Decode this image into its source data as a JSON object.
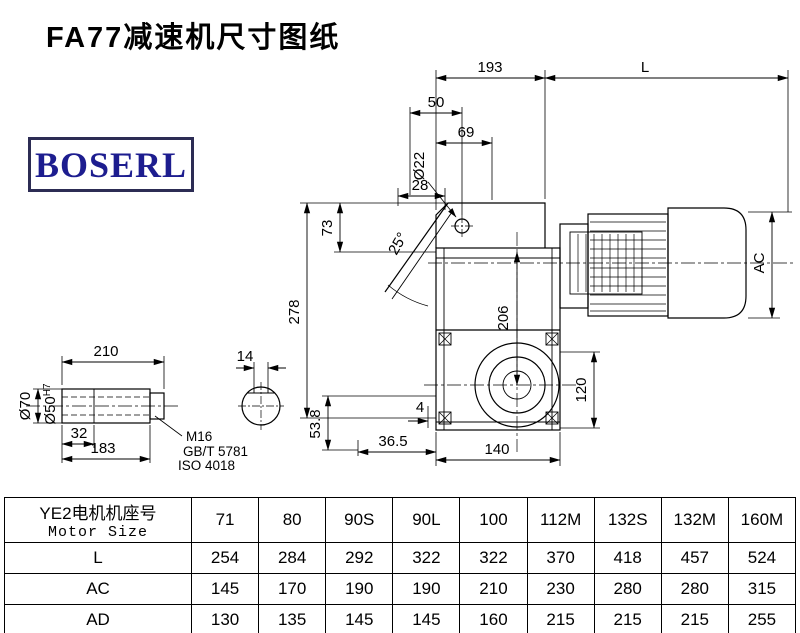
{
  "page": {
    "title": "FA77减速机尺寸图纸"
  },
  "logo": {
    "text": "BOSERL"
  },
  "drawing": {
    "main_view": {
      "d193": "193",
      "dL": "L",
      "d50": "50",
      "d69": "69",
      "d22": "Ø22",
      "d28": "28",
      "d73": "73",
      "d25": "25°",
      "d278": "278",
      "d206": "206",
      "dAC": "AC",
      "d120": "120",
      "d140": "140",
      "d36_5": "36.5",
      "d4": "4",
      "d53_8": "53.8"
    },
    "shaft_detail": {
      "d210": "210",
      "d70": "Ø70",
      "d50": "Ø50",
      "d50_tol": "H7",
      "d32": "32",
      "d183": "183",
      "thread": "M16",
      "standard1": "GB/T 5781",
      "standard2": "ISO 4018"
    },
    "section_detail": {
      "d14": "14"
    }
  },
  "table": {
    "header_col_line1": "YE2电机机座号",
    "header_col_line2": "Motor Size",
    "frame_sizes": [
      "71",
      "80",
      "90S",
      "90L",
      "100",
      "112M",
      "132S",
      "132M",
      "160M"
    ],
    "rows": [
      {
        "label": "L",
        "values": [
          "254",
          "284",
          "292",
          "322",
          "322",
          "370",
          "418",
          "457",
          "524"
        ]
      },
      {
        "label": "AC",
        "values": [
          "145",
          "170",
          "190",
          "190",
          "210",
          "230",
          "280",
          "280",
          "315"
        ]
      },
      {
        "label": "AD",
        "values": [
          "130",
          "135",
          "145",
          "145",
          "160",
          "215",
          "215",
          "215",
          "255"
        ]
      }
    ]
  }
}
